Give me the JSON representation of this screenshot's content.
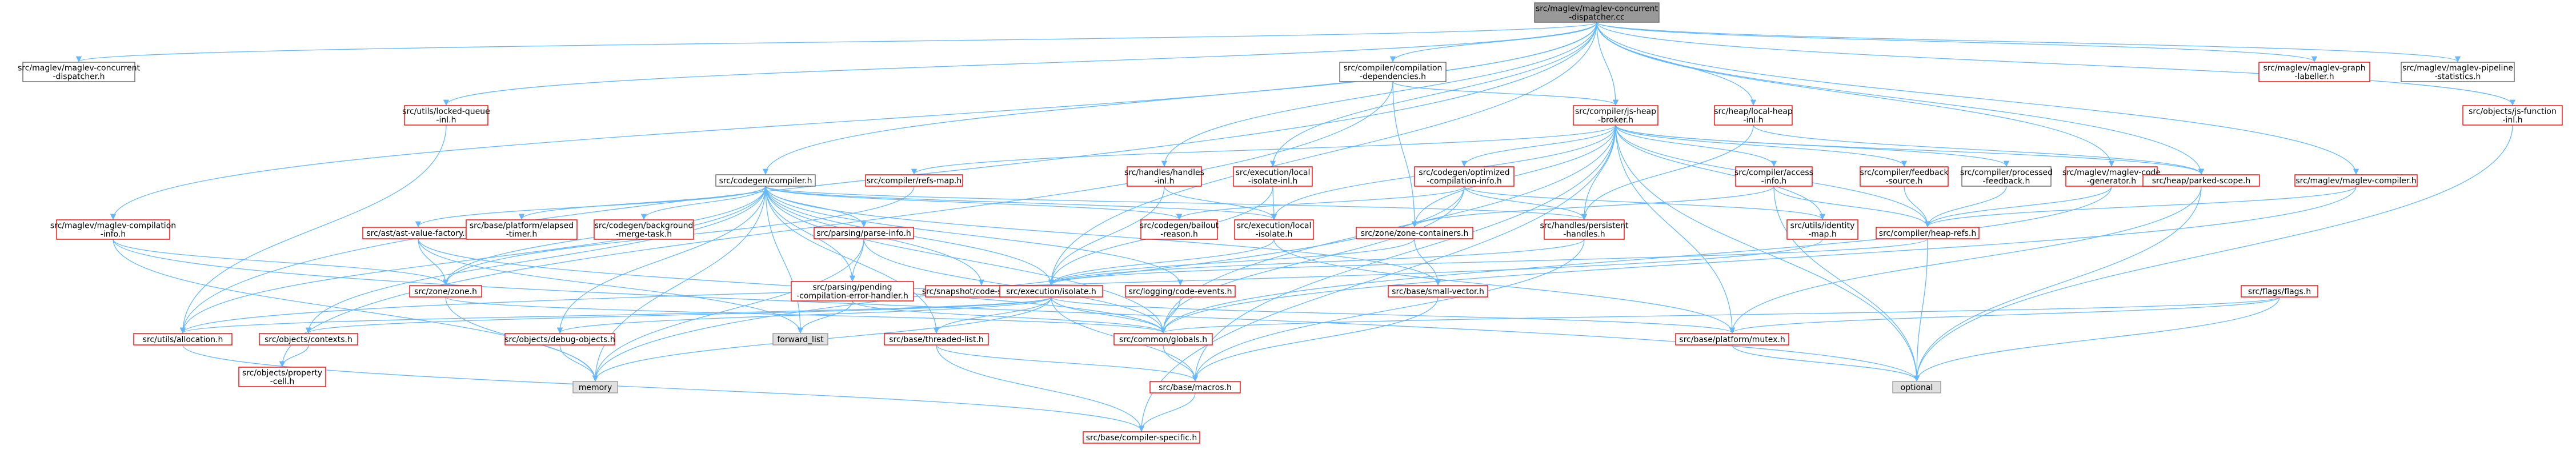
{
  "graph": {
    "colors": {
      "root_fill": "#999999",
      "root_stroke": "#666666",
      "plain_stroke": "#666666",
      "link_stroke": "#FF0000",
      "external_fill": "#e0e0e0",
      "external_stroke": "#999999",
      "edge": "#63B8FF"
    },
    "nodes": [
      {
        "id": "root",
        "lines": [
          "src/maglev/maglev-concurrent",
          "-dispatcher.cc"
        ],
        "kind": "root"
      },
      {
        "id": "mcd_h",
        "lines": [
          "src/maglev/maglev-concurrent",
          "-dispatcher.h"
        ],
        "kind": "plain"
      },
      {
        "id": "comp_deps",
        "lines": [
          "src/compiler/compilation",
          "-dependencies.h"
        ],
        "kind": "plain"
      },
      {
        "id": "locked_queue",
        "lines": [
          "src/utils/locked-queue",
          "-inl.h"
        ],
        "kind": "link"
      },
      {
        "id": "codegen_compiler",
        "lines": [
          "src/codegen/compiler.h"
        ],
        "kind": "plain"
      },
      {
        "id": "js_heap_broker",
        "lines": [
          "src/compiler/js-heap",
          "-broker.h"
        ],
        "kind": "link"
      },
      {
        "id": "heap_local_heap",
        "lines": [
          "src/heap/local-heap",
          "-inl.h"
        ],
        "kind": "link"
      },
      {
        "id": "maglev_graph_labeller",
        "lines": [
          "src/maglev/maglev-graph",
          "-labeller.h"
        ],
        "kind": "link"
      },
      {
        "id": "maglev_pipeline_stats",
        "lines": [
          "src/maglev/maglev-pipeline",
          "-statistics.h"
        ],
        "kind": "plain"
      },
      {
        "id": "js_function_inl",
        "lines": [
          "src/objects/js-function",
          "-inl.h"
        ],
        "kind": "link"
      },
      {
        "id": "maglev_comp_info",
        "lines": [
          "src/maglev/maglev-compilation",
          "-info.h"
        ],
        "kind": "link"
      },
      {
        "id": "refs_map",
        "lines": [
          "src/compiler/refs-map.h"
        ],
        "kind": "link"
      },
      {
        "id": "handles_inl",
        "lines": [
          "src/handles/handles",
          "-inl.h"
        ],
        "kind": "link"
      },
      {
        "id": "exec_local_isolate_inl",
        "lines": [
          "src/execution/local",
          "-isolate-inl.h"
        ],
        "kind": "link"
      },
      {
        "id": "opt_comp_info",
        "lines": [
          "src/codegen/optimized",
          "-compilation-info.h"
        ],
        "kind": "link"
      },
      {
        "id": "compiler_access_info",
        "lines": [
          "src/compiler/access",
          "-info.h"
        ],
        "kind": "link"
      },
      {
        "id": "feedback_source",
        "lines": [
          "src/compiler/feedback",
          "-source.h"
        ],
        "kind": "link"
      },
      {
        "id": "processed_feedback",
        "lines": [
          "src/compiler/processed",
          "-feedback.h"
        ],
        "kind": "plain"
      },
      {
        "id": "maglev_code_gen",
        "lines": [
          "src/maglev/maglev-code",
          "-generator.h"
        ],
        "kind": "link"
      },
      {
        "id": "parked_scope",
        "lines": [
          "src/heap/parked-scope.h"
        ],
        "kind": "link"
      },
      {
        "id": "maglev_compiler",
        "lines": [
          "src/maglev/maglev-compiler.h"
        ],
        "kind": "link"
      },
      {
        "id": "ast_value_factory",
        "lines": [
          "src/ast/ast-value-factory.h"
        ],
        "kind": "link"
      },
      {
        "id": "elapsed_timer",
        "lines": [
          "src/base/platform/elapsed",
          "-timer.h"
        ],
        "kind": "link"
      },
      {
        "id": "bg_merge_task",
        "lines": [
          "src/codegen/background",
          "-merge-task.h"
        ],
        "kind": "link"
      },
      {
        "id": "parse_info",
        "lines": [
          "src/parsing/parse-info.h"
        ],
        "kind": "link"
      },
      {
        "id": "bailout_reason",
        "lines": [
          "src/codegen/bailout",
          "-reason.h"
        ],
        "kind": "link"
      },
      {
        "id": "exec_local_isolate",
        "lines": [
          "src/execution/local",
          "-isolate.h"
        ],
        "kind": "link"
      },
      {
        "id": "zone_containers",
        "lines": [
          "src/zone/zone-containers.h"
        ],
        "kind": "link"
      },
      {
        "id": "persistent_handles",
        "lines": [
          "src/handles/persistent",
          "-handles.h"
        ],
        "kind": "link"
      },
      {
        "id": "identity_map",
        "lines": [
          "src/utils/identity",
          "-map.h"
        ],
        "kind": "link"
      },
      {
        "id": "heap_refs",
        "lines": [
          "src/compiler/heap-refs.h"
        ],
        "kind": "link"
      },
      {
        "id": "zone_h",
        "lines": [
          "src/zone/zone.h"
        ],
        "kind": "link"
      },
      {
        "id": "pending_comp_err",
        "lines": [
          "src/parsing/pending",
          "-compilation-error-handler.h"
        ],
        "kind": "link"
      },
      {
        "id": "snapshot_code_ser",
        "lines": [
          "src/snapshot/code-serializer.h"
        ],
        "kind": "link"
      },
      {
        "id": "logging_code_events",
        "lines": [
          "src/logging/code-events.h"
        ],
        "kind": "link"
      },
      {
        "id": "small_vector",
        "lines": [
          "src/base/small-vector.h"
        ],
        "kind": "link"
      },
      {
        "id": "exec_isolate",
        "lines": [
          "src/execution/isolate.h"
        ],
        "kind": "link"
      },
      {
        "id": "flags_h",
        "lines": [
          "src/flags/flags.h"
        ],
        "kind": "link"
      },
      {
        "id": "utils_allocation",
        "lines": [
          "src/utils/allocation.h"
        ],
        "kind": "link"
      },
      {
        "id": "objects_contexts",
        "lines": [
          "src/objects/contexts.h"
        ],
        "kind": "link"
      },
      {
        "id": "debug_objects",
        "lines": [
          "src/objects/debug-objects.h"
        ],
        "kind": "link"
      },
      {
        "id": "forward_list",
        "lines": [
          "forward_list"
        ],
        "kind": "external"
      },
      {
        "id": "threaded_list",
        "lines": [
          "src/base/threaded-list.h"
        ],
        "kind": "link"
      },
      {
        "id": "common_globals",
        "lines": [
          "src/common/globals.h"
        ],
        "kind": "link"
      },
      {
        "id": "platform_mutex",
        "lines": [
          "src/base/platform/mutex.h"
        ],
        "kind": "link"
      },
      {
        "id": "property_cell",
        "lines": [
          "src/objects/property",
          "-cell.h"
        ],
        "kind": "link"
      },
      {
        "id": "memory",
        "lines": [
          "memory"
        ],
        "kind": "external"
      },
      {
        "id": "base_macros",
        "lines": [
          "src/base/macros.h"
        ],
        "kind": "link"
      },
      {
        "id": "optional",
        "lines": [
          "optional"
        ],
        "kind": "external"
      },
      {
        "id": "compiler_specific",
        "lines": [
          "src/base/compiler-specific.h"
        ],
        "kind": "link"
      }
    ]
  }
}
